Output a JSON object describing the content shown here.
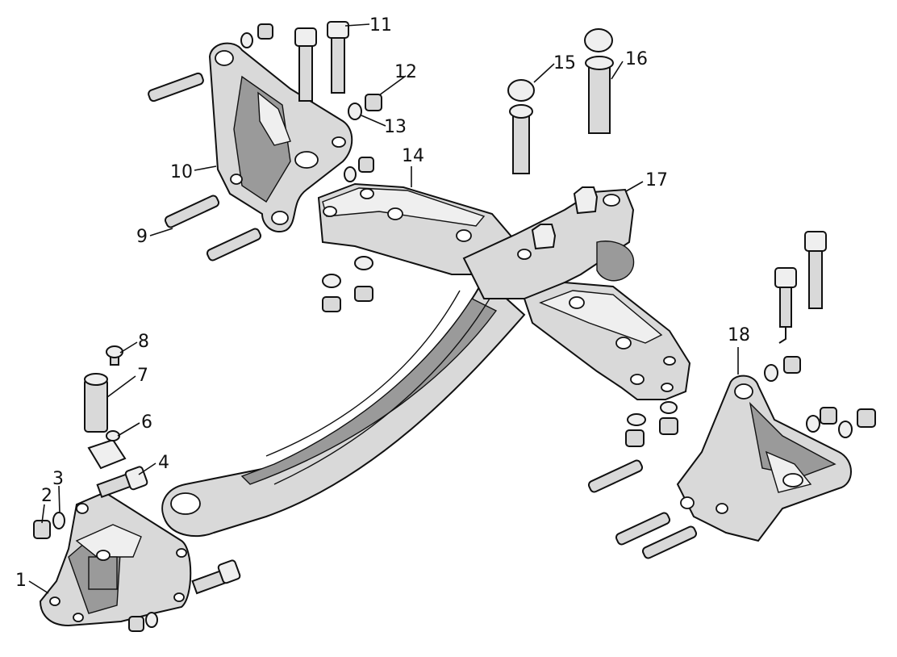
{
  "diagram": {
    "type": "exploded-parts-drawing",
    "callouts": [
      {
        "id": "1",
        "label": "1"
      },
      {
        "id": "2",
        "label": "2"
      },
      {
        "id": "3",
        "label": "3"
      },
      {
        "id": "4",
        "label": "4"
      },
      {
        "id": "6",
        "label": "6"
      },
      {
        "id": "7",
        "label": "7"
      },
      {
        "id": "8",
        "label": "8"
      },
      {
        "id": "9",
        "label": "9"
      },
      {
        "id": "10",
        "label": "10"
      },
      {
        "id": "11",
        "label": "11"
      },
      {
        "id": "12",
        "label": "12"
      },
      {
        "id": "13",
        "label": "13"
      },
      {
        "id": "14",
        "label": "14"
      },
      {
        "id": "15",
        "label": "15"
      },
      {
        "id": "16",
        "label": "16"
      },
      {
        "id": "17",
        "label": "17"
      },
      {
        "id": "18",
        "label": "18"
      }
    ]
  }
}
